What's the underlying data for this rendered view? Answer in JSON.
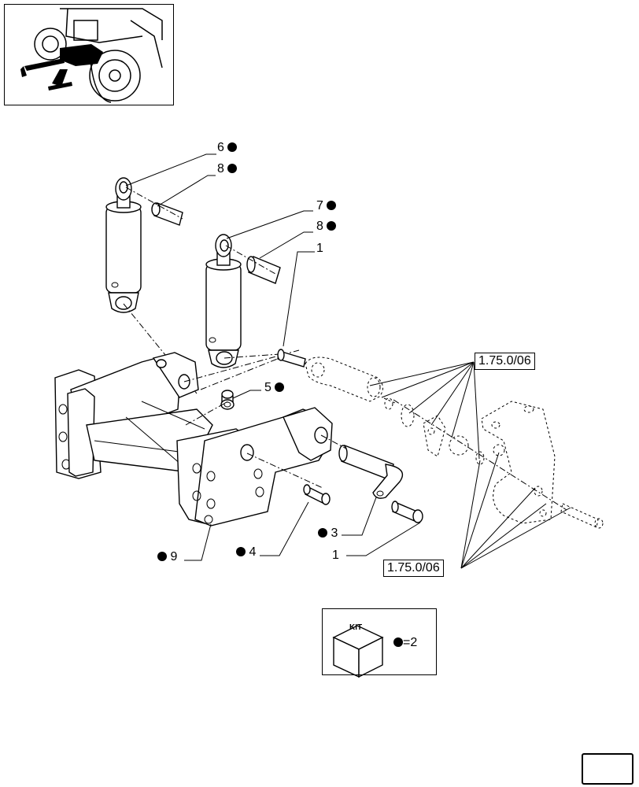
{
  "callouts": [
    {
      "id": "c6",
      "number": "6",
      "marker": "dot-after"
    },
    {
      "id": "c8a",
      "number": "8",
      "marker": "dot-after"
    },
    {
      "id": "c7",
      "number": "7",
      "marker": "dot-after"
    },
    {
      "id": "c8b",
      "number": "8",
      "marker": "dot-after"
    },
    {
      "id": "c1a",
      "number": "1",
      "marker": "none"
    },
    {
      "id": "c5",
      "number": "5",
      "marker": "dot-after"
    },
    {
      "id": "c3",
      "number": "3",
      "marker": "dot-before"
    },
    {
      "id": "c1b",
      "number": "1",
      "marker": "none"
    },
    {
      "id": "c4",
      "number": "4",
      "marker": "dot-before"
    },
    {
      "id": "c9",
      "number": "9",
      "marker": "dot-before"
    }
  ],
  "refs": {
    "top": "1.75.0/06",
    "bottom": "1.75.0/06"
  },
  "kit": {
    "cube_label": "KIT",
    "legend_value": "2",
    "legend_equals": "="
  },
  "colors": {
    "line": "#000000",
    "background": "#ffffff",
    "dot": "#000000"
  },
  "icons": {
    "thumbnail": "tractor-locator-icon",
    "kit": "kit-cube-icon",
    "nav": "next-page-arrow-icon"
  }
}
